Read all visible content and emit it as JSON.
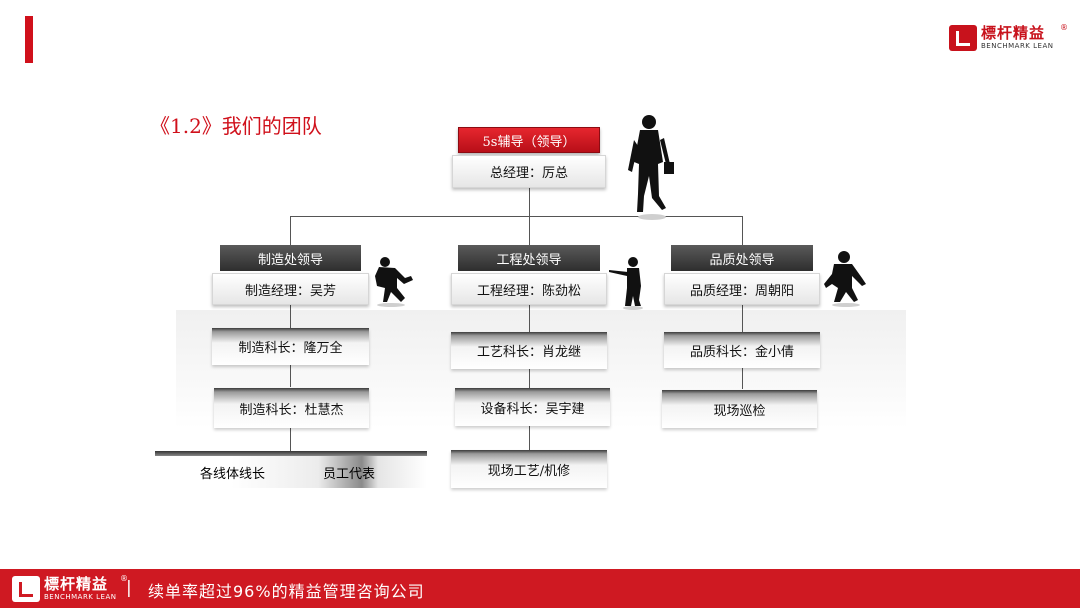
{
  "brand": {
    "name_cn": "標杆精益",
    "name_en": "BENCHMARK LEAN",
    "reg_mark": "®"
  },
  "section_title": "《1.2》我们的团队",
  "leader": {
    "title": "5s辅导（领导）",
    "name": "总经理：厉总"
  },
  "departments": [
    {
      "title": "制造处领导",
      "manager": "制造经理：吴芳",
      "members": [
        "制造科长：隆万全",
        "制造科长：杜慧杰"
      ],
      "bottom": {
        "left": "各线体线长",
        "right": "员工代表"
      }
    },
    {
      "title": "工程处领导",
      "manager": "工程经理：陈劲松",
      "members": [
        "工艺科长：肖龙继",
        "设备科长：吴宇建",
        "现场工艺/机修"
      ]
    },
    {
      "title": "品质处领导",
      "manager": "品质经理：周朝阳",
      "members": [
        "品质科长：金小倩",
        "现场巡检"
      ]
    }
  ],
  "footer": {
    "separator": "|",
    "slogan": "续单率超过96%的精益管理咨询公司"
  },
  "colors": {
    "accent": "#d0101b",
    "footer": "#cf1922",
    "dark_box": "#3a3a3a"
  },
  "icons": [
    "businessman-silhouette-icon",
    "runner-silhouette-icon",
    "pointer-figure-icon",
    "worker-silhouette-icon"
  ]
}
